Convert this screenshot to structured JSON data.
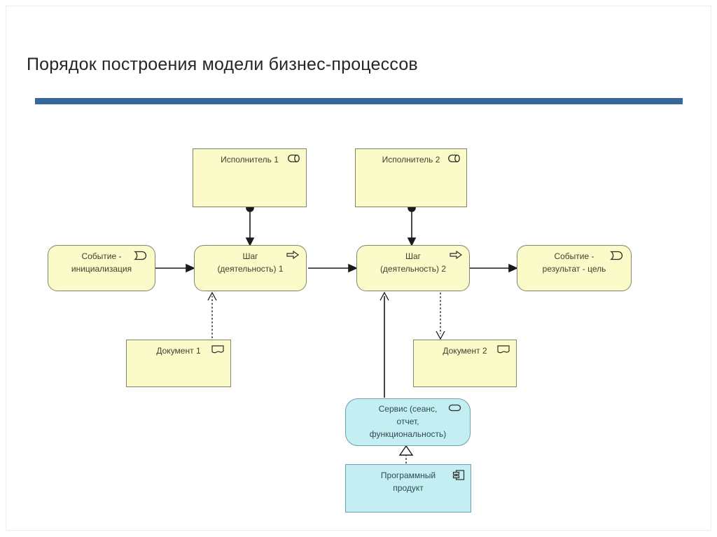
{
  "slide": {
    "title": "Порядок построения модели бизнес-процессов"
  },
  "colors": {
    "accent_bar": "#36689A",
    "business_fill": "#FBFBC9",
    "business_border": "#83836B",
    "application_fill": "#C3EFF3",
    "application_border": "#6D9EB4",
    "connector": "#1A1A1A"
  },
  "diagram": {
    "nodes": [
      {
        "id": "performer-1",
        "label": "Исполнитель 1",
        "icon": "role-icon",
        "type": "business-role"
      },
      {
        "id": "performer-2",
        "label": "Исполнитель 2",
        "icon": "role-icon",
        "type": "business-role"
      },
      {
        "id": "event-init",
        "label": "Событие -\nинициализация",
        "icon": "event-icon",
        "type": "business-event"
      },
      {
        "id": "step-1",
        "label": "Шаг\n(деятельность) 1",
        "icon": "process-icon",
        "type": "business-process"
      },
      {
        "id": "step-2",
        "label": "Шаг\n(деятельность) 2",
        "icon": "process-icon",
        "type": "business-process"
      },
      {
        "id": "event-result",
        "label": "Событие -\nрезультат - цель",
        "icon": "event-icon",
        "type": "business-event"
      },
      {
        "id": "document-1",
        "label": "Документ 1",
        "icon": "document-icon",
        "type": "business-object"
      },
      {
        "id": "document-2",
        "label": "Документ 2",
        "icon": "document-icon",
        "type": "business-object"
      },
      {
        "id": "service",
        "label": "Сервис (сеанс,\nотчет,\nфункциональность)",
        "icon": "service-icon",
        "type": "application-service"
      },
      {
        "id": "product",
        "label": "Программный\nпродукт",
        "icon": "component-icon",
        "type": "application-component"
      }
    ],
    "relationships": [
      {
        "from": "performer-1",
        "to": "step-1",
        "type": "assignment"
      },
      {
        "from": "performer-2",
        "to": "step-2",
        "type": "assignment"
      },
      {
        "from": "event-init",
        "to": "step-1",
        "type": "flow"
      },
      {
        "from": "step-1",
        "to": "step-2",
        "type": "flow"
      },
      {
        "from": "step-2",
        "to": "event-result",
        "type": "flow"
      },
      {
        "from": "document-1",
        "to": "step-1",
        "type": "access"
      },
      {
        "from": "step-2",
        "to": "document-2",
        "type": "access"
      },
      {
        "from": "service",
        "to": "step-2",
        "type": "serving"
      },
      {
        "from": "product",
        "to": "service",
        "type": "realization"
      }
    ]
  }
}
